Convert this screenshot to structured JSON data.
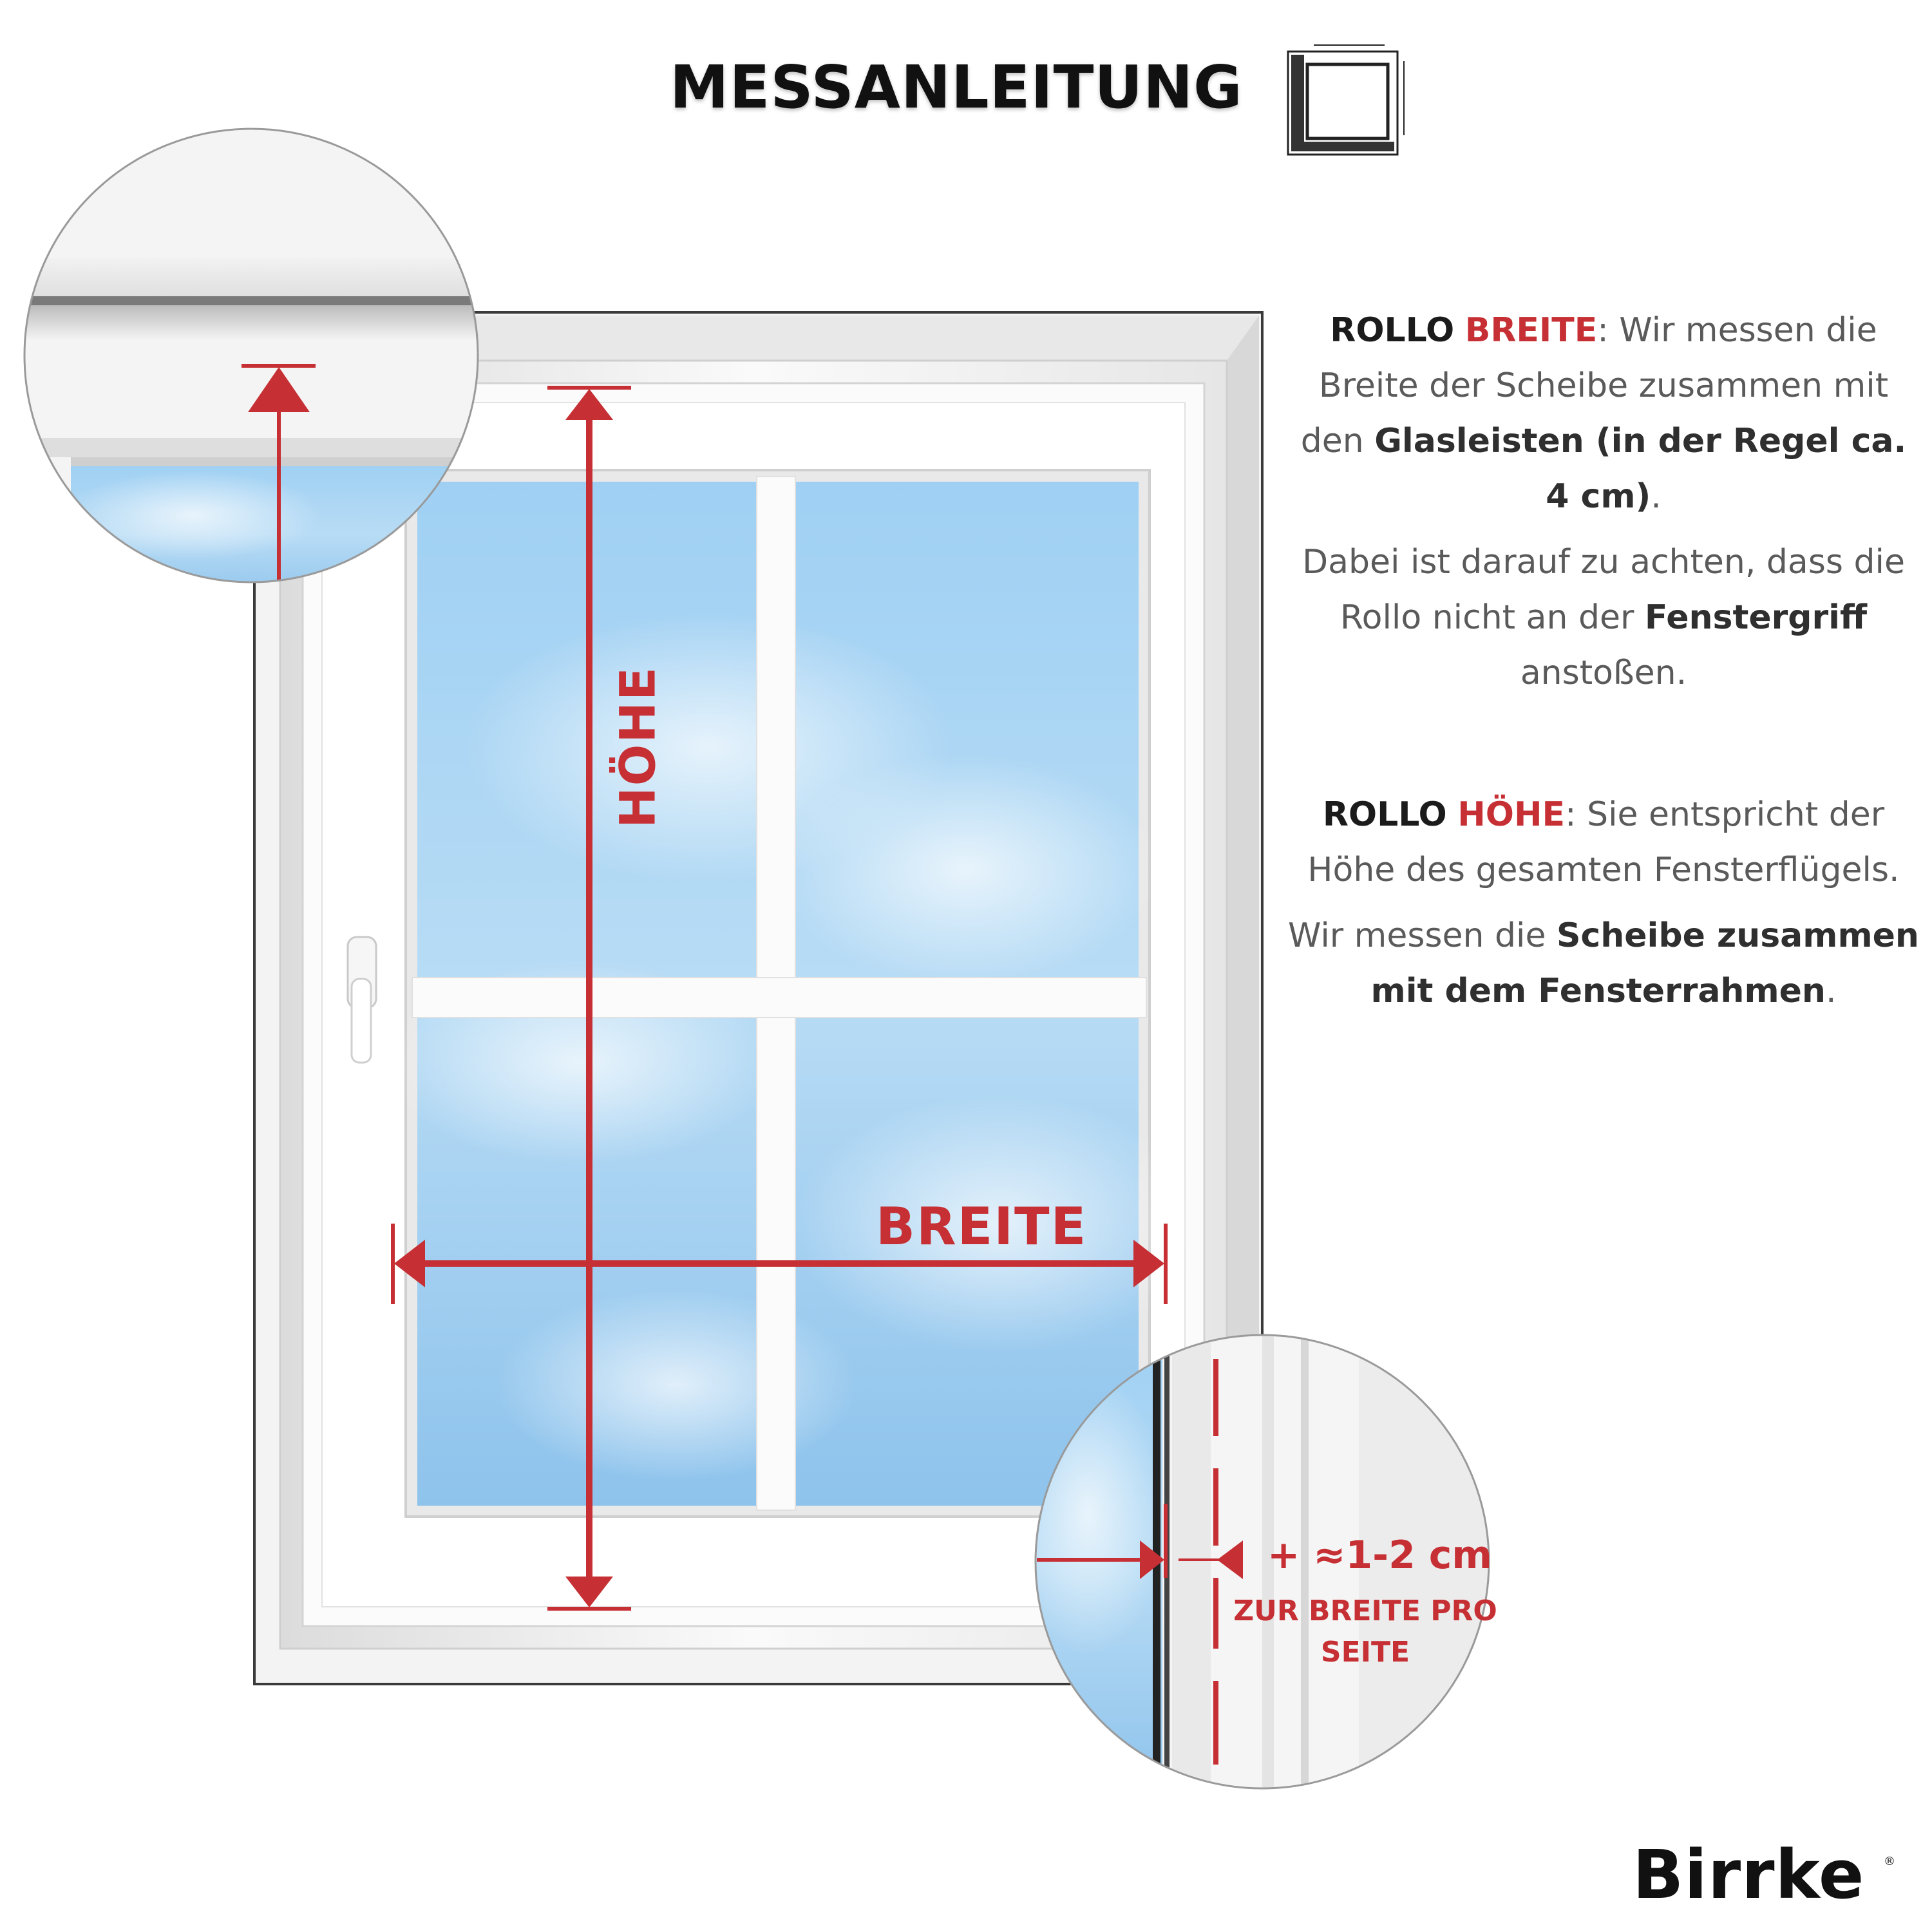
{
  "title": "MESSANLEITUNG",
  "labels": {
    "breite": "BREITE",
    "hoehe": "HÖHE",
    "plus": "+ ≈1-2 cm",
    "zur_breite_line1": "ZUR BREITE PRO",
    "zur_breite_line2": "SEITE"
  },
  "text": {
    "breite_heading_a": "ROLLO",
    "breite_heading_b": "BREITE",
    "breite_p1_a": ": Wir messen die Breite der Scheibe zusammen mit den ",
    "breite_p1_b": "Glasleisten (in der Regel ca. 4 cm)",
    "breite_p1_c": ".",
    "breite_p2_a": "Dabei ist darauf zu achten, dass die Rollo nicht an der ",
    "breite_p2_b": "Fenstergriff",
    "breite_p2_c": " anstoßen.",
    "hoehe_heading_a": "ROLLO",
    "hoehe_heading_b": "HÖHE",
    "hoehe_p1": ": Sie entspricht der Höhe des gesamten Fensterflügels.",
    "hoehe_p2_a": "Wir messen die ",
    "hoehe_p2_b": "Scheibe zusammen mit dem Fensterrahmen",
    "hoehe_p2_c": "."
  },
  "logo": "Birrke",
  "logo_mark": "®",
  "icons": [
    "measure-frame-icon",
    "window-handle-icon",
    "up-arrow-icon",
    "down-arrow-icon",
    "left-arrow-icon",
    "right-arrow-icon"
  ],
  "colors": {
    "accent_red": "#c62f33",
    "sky": "#9ecbef",
    "frame": "#f4f4f4",
    "text": "#5a5a5a"
  }
}
